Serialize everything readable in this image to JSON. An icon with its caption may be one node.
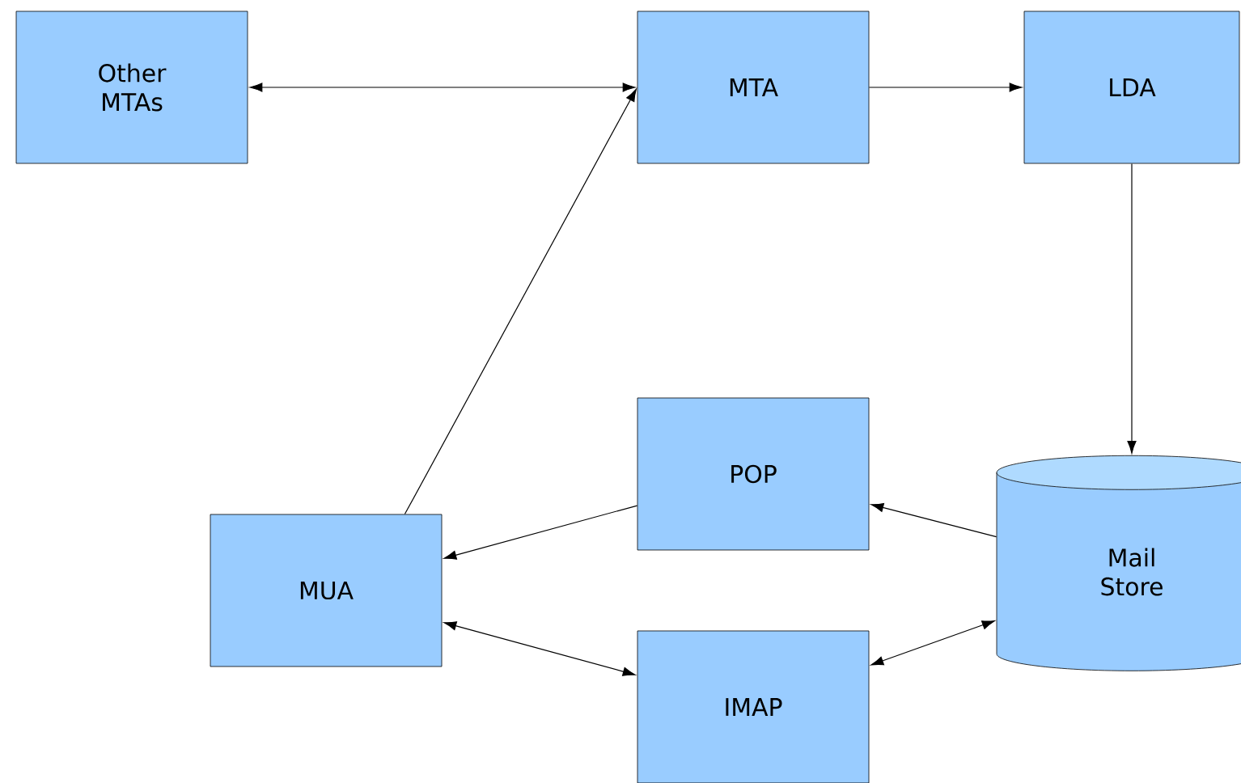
{
  "diagram": {
    "nodes": [
      {
        "text": [
          "Other MTAs"
        ]
      },
      {
        "text": [
          "MTA"
        ]
      },
      {
        "text": [
          "LDA"
        ]
      },
      {
        "text": [
          "POP"
        ]
      },
      {
        "text": [
          "MUA"
        ]
      },
      {
        "text": [
          "IMAP"
        ]
      },
      {
        "text": [
          "Mail Store"
        ]
      }
    ],
    "edges": [
      {
        "from": 0,
        "to": 1,
        "arrow": "both"
      },
      {
        "from": 1,
        "to": 2,
        "arrow": "to"
      },
      {
        "from": 2,
        "to": 6,
        "arrow": "to"
      },
      {
        "from": 4,
        "to": 1,
        "arrow": "to"
      },
      {
        "from": 3,
        "to": 4,
        "arrow": "to"
      },
      {
        "from": 6,
        "to": 3,
        "arrow": "to"
      },
      {
        "from": 4,
        "to": 5,
        "arrow": "both"
      },
      {
        "from": 5,
        "to": 6,
        "arrow": "both"
      }
    ]
  }
}
